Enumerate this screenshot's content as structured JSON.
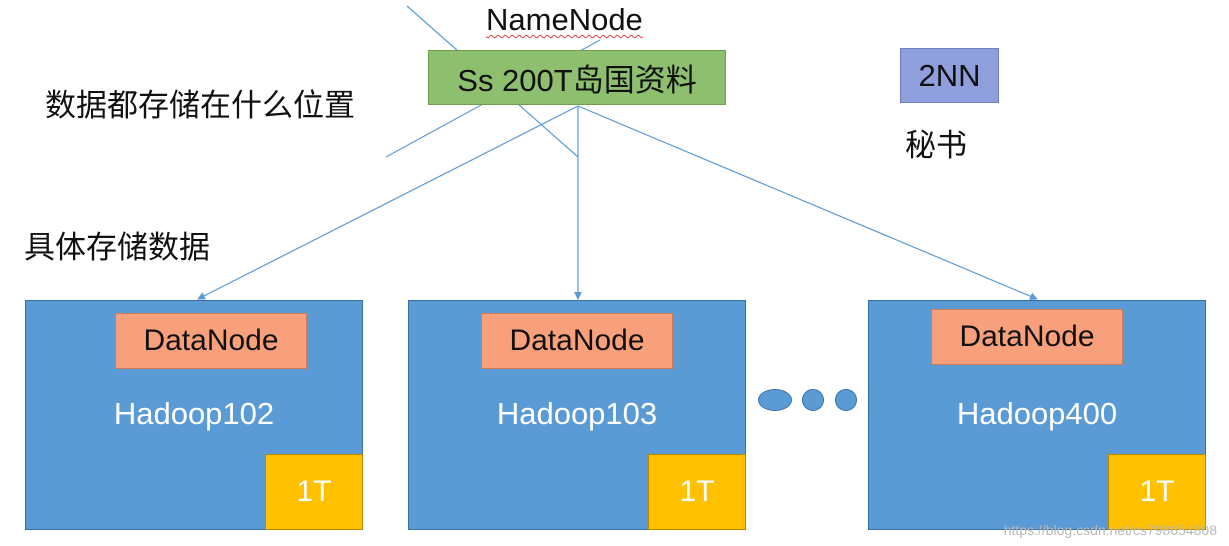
{
  "namenode": {
    "title": "NameNode",
    "content": "Ss 200T岛国资料"
  },
  "secondary_namenode": {
    "label": "2NN",
    "note": "秘书"
  },
  "labels": {
    "question": "数据都存储在什么位置",
    "storage": "具体存储数据"
  },
  "datanodes": [
    {
      "role": "DataNode",
      "host": "Hadoop102",
      "capacity": "1T"
    },
    {
      "role": "DataNode",
      "host": "Hadoop103",
      "capacity": "1T"
    },
    {
      "role": "DataNode",
      "host": "Hadoop400",
      "capacity": "1T"
    }
  ],
  "watermark": "https://blog.csdn.net/cs798654808",
  "colors": {
    "namenode_fill": "#8ebf6e",
    "secondary_fill": "#8f9fdb",
    "node_fill": "#5b9bd5",
    "datanode_fill": "#f8a07b",
    "disk_fill": "#ffc000",
    "line": "#5b9bd5"
  }
}
